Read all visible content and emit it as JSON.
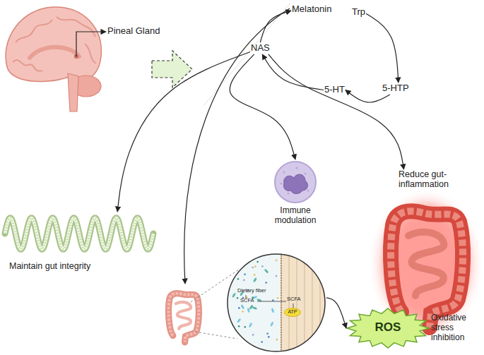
{
  "diagram": {
    "nodes": [
      {
        "text": [
          "Melatonin"
        ]
      },
      {
        "text": [
          "Trp"
        ]
      },
      {
        "text": [
          "5-HTP"
        ]
      },
      {
        "text": [
          "5-HT"
        ]
      },
      {
        "text": [
          "NAS"
        ]
      },
      {
        "text": [
          "Maintain gut integrity"
        ]
      },
      {
        "text": [
          "Immune modulation"
        ]
      },
      {
        "text": [
          "Reduce gut- inflammation"
        ]
      },
      {
        "text": [
          "Dietary fiber",
          "SCFA",
          "SCFA"
        ]
      },
      {
        "text": [
          "ATP"
        ],
        "in": 8
      },
      {
        "text": [
          "ROS",
          "Oxidative stress inhibition"
        ]
      }
    ],
    "edges": [
      {
        "from": 1,
        "to": 2,
        "arrow": "to"
      },
      {
        "from": 2,
        "to": 3,
        "arrow": "to"
      },
      {
        "from": 3,
        "to": 4,
        "arrow": "to"
      },
      {
        "from": 4,
        "to": 0,
        "arrow": "to"
      },
      {
        "from": 4,
        "to": 5,
        "arrow": "to"
      },
      {
        "from": 4,
        "to": 6,
        "arrow": "to"
      },
      {
        "from": 4,
        "to": 7,
        "arrow": "to"
      },
      {
        "from": 8,
        "to": 10,
        "arrow": "to"
      }
    ],
    "labels": [
      "Pineal Gland"
    ]
  }
}
